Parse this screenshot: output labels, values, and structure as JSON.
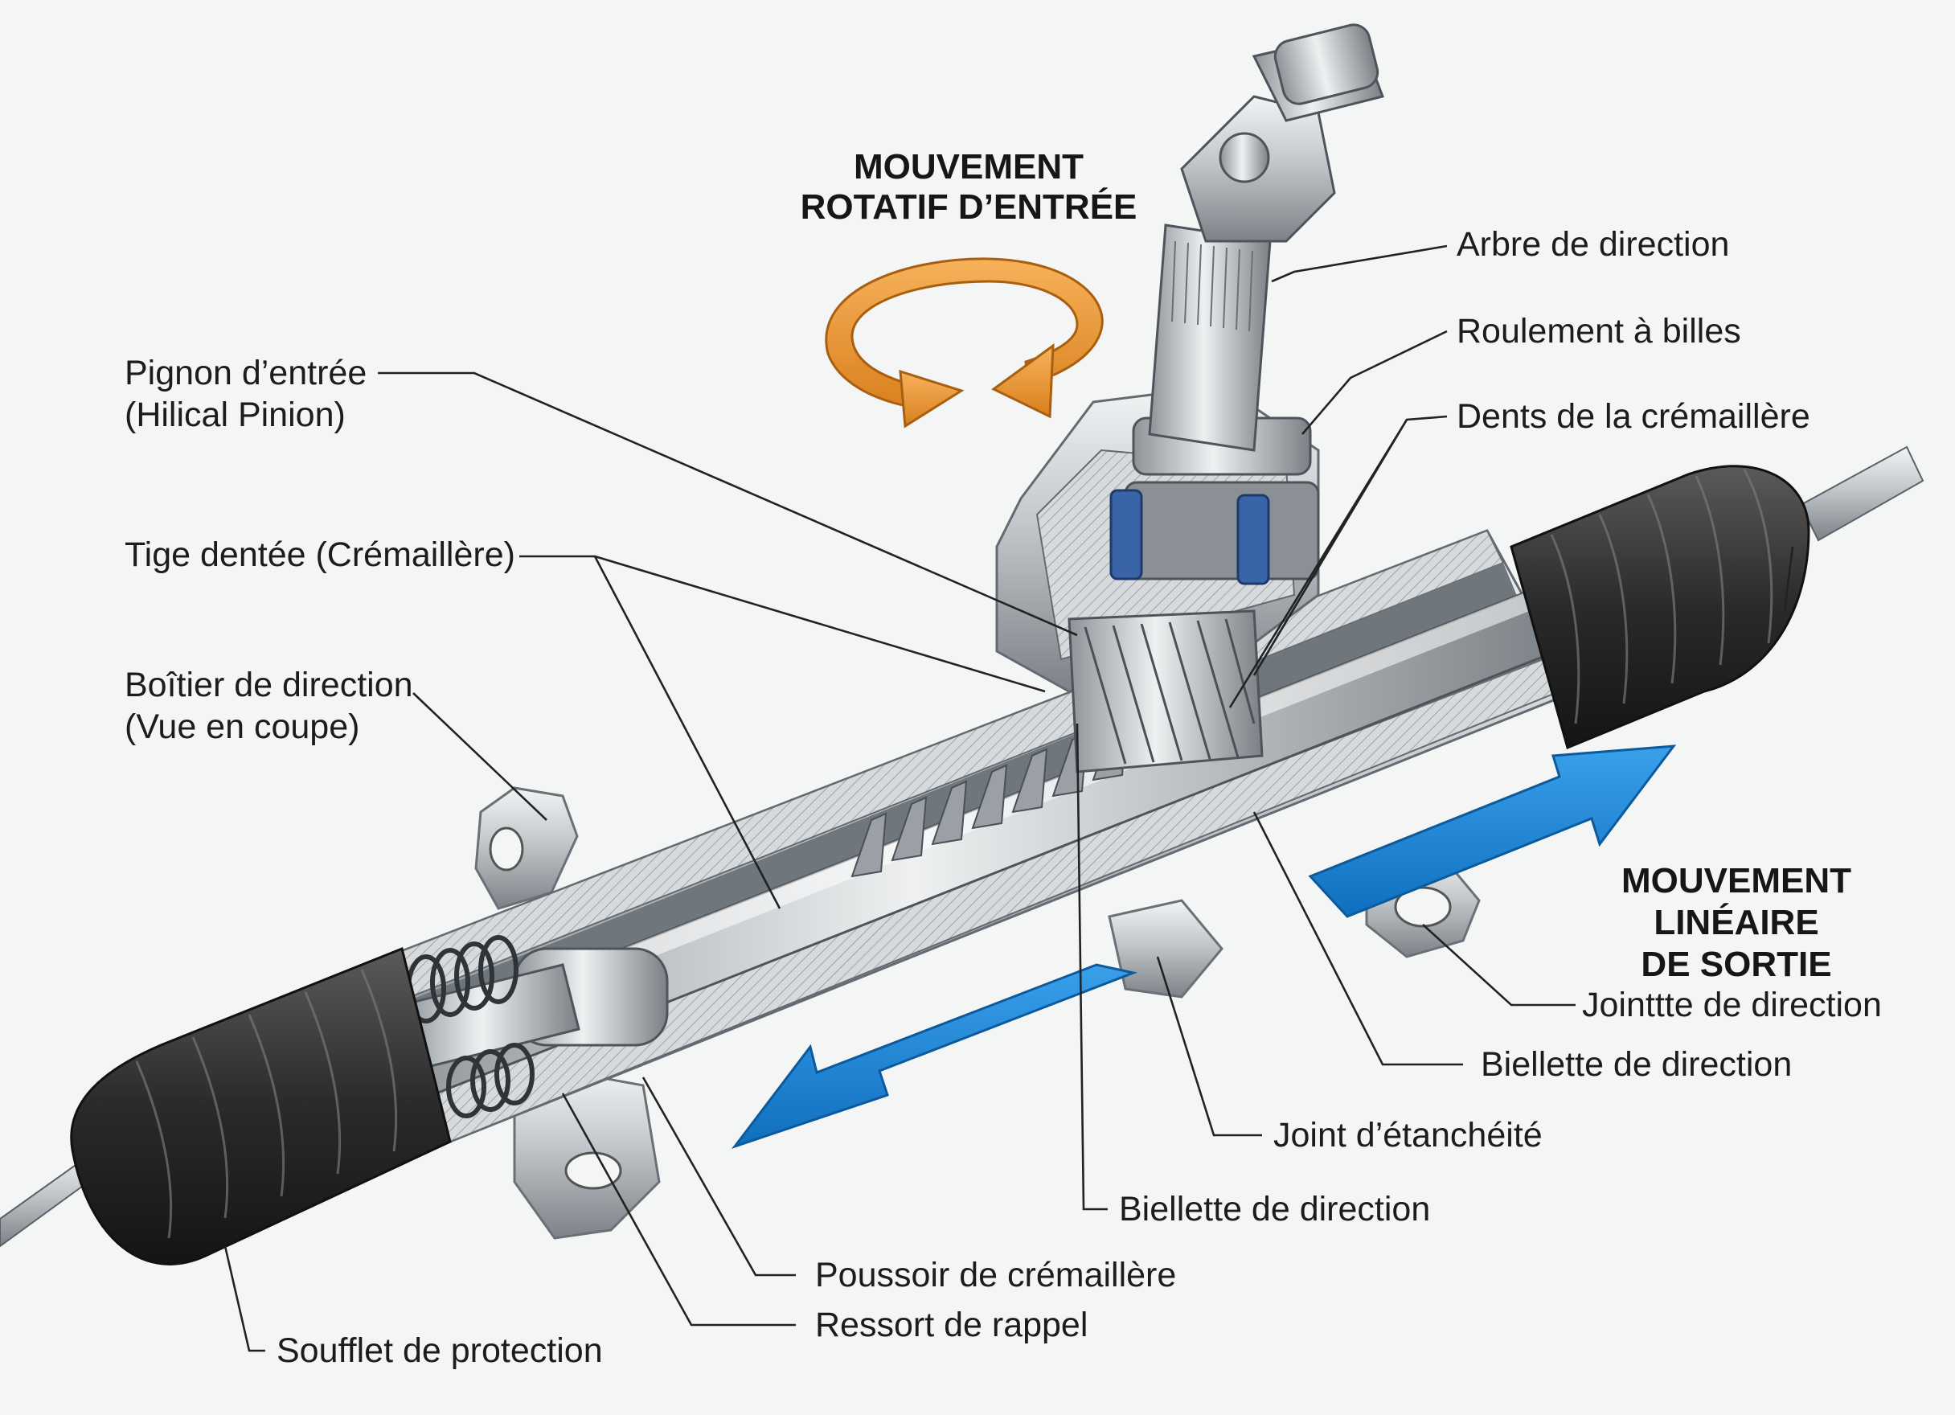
{
  "diagram": {
    "annotations": {
      "rotary_motion": [
        "MOUVEMENT",
        "ROTATIF D’ENTRÉE"
      ],
      "linear_motion": [
        "MOUVEMENT",
        "LINÉAIRE",
        "DE SORTIE"
      ]
    },
    "labels": {
      "steering_shaft": "Arbre de direction",
      "ball_bearing": "Roulement à billes",
      "rack_teeth": "Dents de la crémaillère",
      "input_pinion": [
        "Pignon d’entrée",
        "(Hilical Pinion)"
      ],
      "toothed_rod": "Tige dentée (Crémaillère)",
      "steering_housing": [
        "Boîtier de direction",
        "(Vue en coupe)"
      ],
      "steering_joint": "Jointtte de direction",
      "tie_rod_right": "Biellette de direction",
      "seal": "Joint d’étanchéité",
      "tie_rod_bottom": "Biellette de direction",
      "rack_plunger": "Poussoir de crémaillère",
      "return_spring": "Ressort de rappel",
      "protective_boot": "Soufflet de protection"
    },
    "colors": {
      "rotary_arrow": "#ee9a36",
      "linear_arrow": "#1b86d8",
      "boot": "#2e2e2e",
      "housing": "#c6cacd",
      "seal_ring": "#3a64a8",
      "background": "#f4f5f5"
    }
  }
}
